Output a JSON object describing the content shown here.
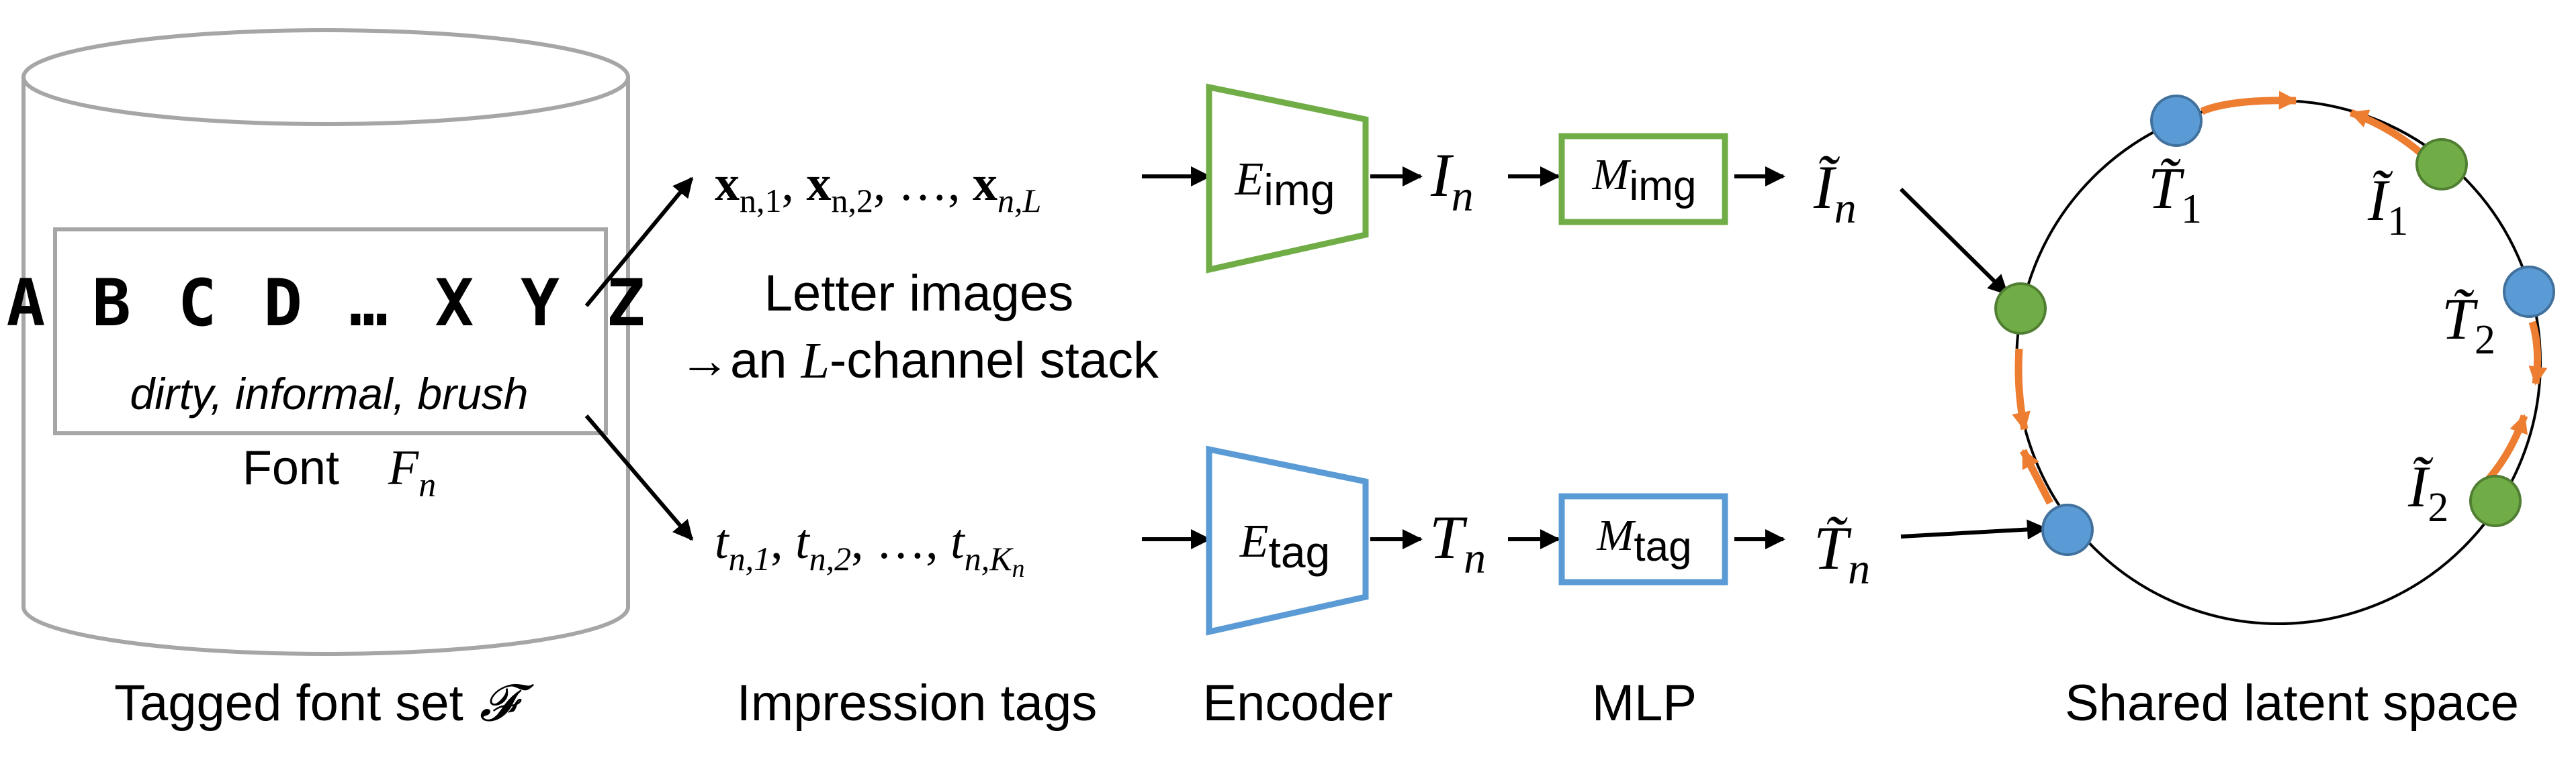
{
  "database": {
    "font_sample": "A B C D … X Y Z",
    "tags": "dirty, informal, brush",
    "font_label": "Font",
    "font_symbol": "F",
    "font_symbol_sub": "n"
  },
  "image_branch": {
    "sequence": "x",
    "sequence_subs": [
      "n,1",
      "n,2",
      "n,L"
    ],
    "ellipsis": "…",
    "caption_line1": "Letter images",
    "caption_line2_prefix": "→an ",
    "caption_line2_var": "L",
    "caption_line2_suffix": "-channel stack",
    "encoder": "E",
    "encoder_sub": "img",
    "feature": "I",
    "feature_sub": "n",
    "mlp": "M",
    "mlp_sub": "img",
    "output": "Ĩ",
    "output_sub": "n",
    "color": "#70AD47"
  },
  "tag_branch": {
    "sequence": "t",
    "sequence_subs": [
      "n,1",
      "n,2",
      "n,K"
    ],
    "last_sub_sub": "n",
    "ellipsis": "…",
    "encoder": "E",
    "encoder_sub": "tag",
    "feature": "T",
    "feature_sub": "n",
    "mlp": "M",
    "mlp_sub": "tag",
    "output": "T̃",
    "output_sub": "n",
    "color": "#5B9BD5"
  },
  "latent": {
    "points": [
      {
        "label": "T̃",
        "sub": "1"
      },
      {
        "label": "Ĩ",
        "sub": "1"
      },
      {
        "label": "T̃",
        "sub": "2"
      },
      {
        "label": "Ĩ",
        "sub": "2"
      }
    ],
    "arrow_color": "#ED7D31"
  },
  "footer": {
    "database": "Tagged font set",
    "database_symbol": "𝓕",
    "tags": "Impression tags",
    "encoder": "Encoder",
    "mlp": "MLP",
    "latent": "Shared latent space"
  }
}
